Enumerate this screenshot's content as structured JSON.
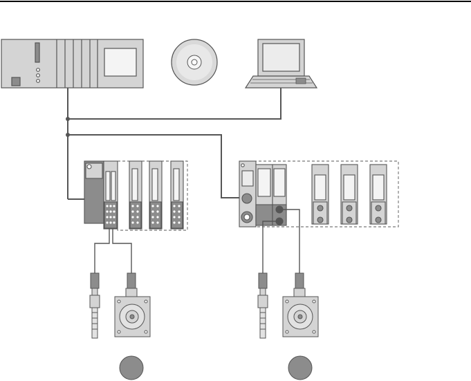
{
  "colors": {
    "background": "#ffffff",
    "outline": "#555555",
    "bus_line": "#555555",
    "device_fill": "#d4d4d4",
    "panel_fill": "#e2e2e2",
    "dark_fill": "#8c8c8c",
    "screen_fill": "#f4f4f4"
  },
  "components": [
    {
      "id": "plc",
      "icon": "plc-controller-icon"
    },
    {
      "id": "cd",
      "icon": "cd-disc-icon"
    },
    {
      "id": "pc",
      "icon": "laptop-pc-icon"
    },
    {
      "id": "io-station-left",
      "icon": "io-station-icon"
    },
    {
      "id": "io-station-right",
      "icon": "io-station-icon"
    },
    {
      "id": "sensor-left-1",
      "icon": "proximity-sensor-icon"
    },
    {
      "id": "encoder-left",
      "icon": "rotary-encoder-icon"
    },
    {
      "id": "sensor-right-1",
      "icon": "proximity-sensor-icon"
    },
    {
      "id": "encoder-right",
      "icon": "rotary-encoder-icon"
    },
    {
      "id": "marker-left",
      "icon": "circle-marker-icon"
    },
    {
      "id": "marker-right",
      "icon": "circle-marker-icon"
    }
  ]
}
